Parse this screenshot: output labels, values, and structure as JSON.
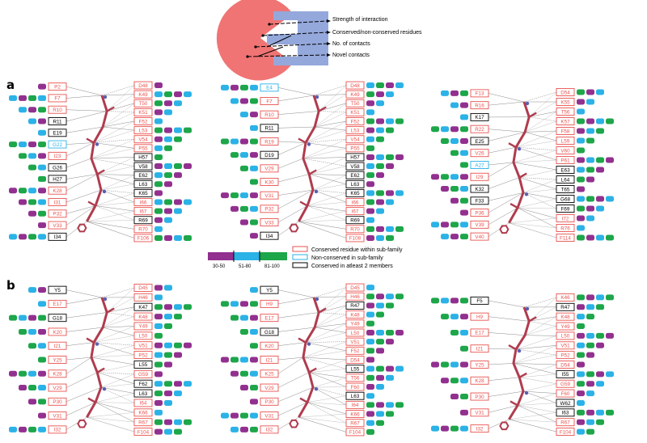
{
  "legend_top": {
    "items": [
      "Strength of interaction",
      "Conserved/non-conserved residues",
      "No. of contacts",
      "Novel contacts"
    ]
  },
  "legend_mid": {
    "scale": [
      "30-50",
      "51-80",
      "81-100"
    ],
    "items": [
      "Conserved residue within sub-family",
      "Non-conserved in sub-family",
      "Conserved in atleast 2 members"
    ]
  },
  "colors": {
    "pie": "#f07474",
    "bars": "#94a8db",
    "conserved": "#e8534f",
    "nonconserved": "#2bb2e6",
    "atleast2": "#000000",
    "purple": "#92308f",
    "cyan": "#2bb2e6",
    "green": "#1da64a",
    "ligand": "#b03c4e"
  },
  "panels": [
    {
      "label": "a",
      "left": [
        {
          "t": "P2",
          "c": "r"
        },
        {
          "t": "F7",
          "c": "r"
        },
        {
          "t": "R10",
          "c": "r"
        },
        {
          "t": "R11",
          "c": "k"
        },
        {
          "t": "E19",
          "c": "k"
        },
        {
          "t": "G22",
          "c": "b"
        },
        {
          "t": "I23",
          "c": "r"
        },
        {
          "t": "G26",
          "c": "k"
        },
        {
          "t": "H27",
          "c": "k"
        },
        {
          "t": "K28",
          "c": "r"
        },
        {
          "t": "I31",
          "c": "r"
        },
        {
          "t": "P32",
          "c": "r"
        },
        {
          "t": "V33",
          "c": "r"
        },
        {
          "t": "I34",
          "c": "k"
        }
      ],
      "right": [
        {
          "t": "D48",
          "c": "r"
        },
        {
          "t": "K49",
          "c": "r"
        },
        {
          "t": "T50",
          "c": "r"
        },
        {
          "t": "K51",
          "c": "r"
        },
        {
          "t": "F52",
          "c": "r"
        },
        {
          "t": "L53",
          "c": "r"
        },
        {
          "t": "V54",
          "c": "r"
        },
        {
          "t": "P55",
          "c": "r"
        },
        {
          "t": "H57",
          "c": "k"
        },
        {
          "t": "V58",
          "c": "k"
        },
        {
          "t": "E62",
          "c": "k"
        },
        {
          "t": "L63",
          "c": "k"
        },
        {
          "t": "K65",
          "c": "k"
        },
        {
          "t": "I66",
          "c": "r"
        },
        {
          "t": "I67",
          "c": "r"
        },
        {
          "t": "R69",
          "c": "k"
        },
        {
          "t": "R70",
          "c": "r"
        },
        {
          "t": "F106",
          "c": "r"
        }
      ]
    },
    {
      "label": "",
      "left": [
        {
          "t": "E4",
          "c": "b"
        },
        {
          "t": "F7",
          "c": "r"
        },
        {
          "t": "R10",
          "c": "r"
        },
        {
          "t": "R11",
          "c": "k"
        },
        {
          "t": "R19",
          "c": "r"
        },
        {
          "t": "D19",
          "c": "k"
        },
        {
          "t": "V29",
          "c": "r"
        },
        {
          "t": "K30",
          "c": "r"
        },
        {
          "t": "V31",
          "c": "r"
        },
        {
          "t": "P32",
          "c": "r"
        },
        {
          "t": "V33",
          "c": "r"
        },
        {
          "t": "I34",
          "c": "k"
        }
      ],
      "right": [
        {
          "t": "D48",
          "c": "r"
        },
        {
          "t": "K49",
          "c": "r"
        },
        {
          "t": "T50",
          "c": "r"
        },
        {
          "t": "K51",
          "c": "r"
        },
        {
          "t": "F52",
          "c": "r"
        },
        {
          "t": "L53",
          "c": "r"
        },
        {
          "t": "V54",
          "c": "r"
        },
        {
          "t": "P55",
          "c": "r"
        },
        {
          "t": "H57",
          "c": "k"
        },
        {
          "t": "V58",
          "c": "k"
        },
        {
          "t": "E62",
          "c": "k"
        },
        {
          "t": "L63",
          "c": "k"
        },
        {
          "t": "K65",
          "c": "k"
        },
        {
          "t": "I66",
          "c": "r"
        },
        {
          "t": "I67",
          "c": "r"
        },
        {
          "t": "R69",
          "c": "k"
        },
        {
          "t": "R70",
          "c": "r"
        },
        {
          "t": "F108",
          "c": "r"
        }
      ]
    },
    {
      "label": "",
      "left": [
        {
          "t": "F13",
          "c": "r"
        },
        {
          "t": "R16",
          "c": "r"
        },
        {
          "t": "K17",
          "c": "k"
        },
        {
          "t": "R22",
          "c": "r"
        },
        {
          "t": "E25",
          "c": "k"
        },
        {
          "t": "V26",
          "c": "r"
        },
        {
          "t": "A27",
          "c": "b"
        },
        {
          "t": "I29",
          "c": "r"
        },
        {
          "t": "K32",
          "c": "k"
        },
        {
          "t": "F33",
          "c": "k"
        },
        {
          "t": "P36",
          "c": "r"
        },
        {
          "t": "V39",
          "c": "r"
        },
        {
          "t": "V40",
          "c": "r"
        }
      ],
      "right": [
        {
          "t": "D54",
          "c": "r"
        },
        {
          "t": "K55",
          "c": "r"
        },
        {
          "t": "T56",
          "c": "r"
        },
        {
          "t": "K57",
          "c": "r"
        },
        {
          "t": "F58",
          "c": "r"
        },
        {
          "t": "L59",
          "c": "r"
        },
        {
          "t": "V60",
          "c": "r"
        },
        {
          "t": "P61",
          "c": "r"
        },
        {
          "t": "E63",
          "c": "k"
        },
        {
          "t": "L64",
          "c": "k"
        },
        {
          "t": "T65",
          "c": "k"
        },
        {
          "t": "G68",
          "c": "k"
        },
        {
          "t": "F69",
          "c": "k"
        },
        {
          "t": "I72",
          "c": "r"
        },
        {
          "t": "R76",
          "c": "r"
        },
        {
          "t": "F114",
          "c": "r"
        }
      ]
    },
    {
      "label": "b",
      "left": [
        {
          "t": "Y5",
          "c": "k"
        },
        {
          "t": "E17",
          "c": "r"
        },
        {
          "t": "G18",
          "c": "k"
        },
        {
          "t": "K20",
          "c": "r"
        },
        {
          "t": "I21",
          "c": "r"
        },
        {
          "t": "Y25",
          "c": "r"
        },
        {
          "t": "K28",
          "c": "r"
        },
        {
          "t": "V29",
          "c": "r"
        },
        {
          "t": "P30",
          "c": "r"
        },
        {
          "t": "V31",
          "c": "r"
        },
        {
          "t": "I32",
          "c": "r"
        }
      ],
      "right": [
        {
          "t": "D45",
          "c": "r"
        },
        {
          "t": "H46",
          "c": "r"
        },
        {
          "t": "K47",
          "c": "k"
        },
        {
          "t": "K48",
          "c": "r"
        },
        {
          "t": "Y49",
          "c": "r"
        },
        {
          "t": "L50",
          "c": "r"
        },
        {
          "t": "V51",
          "c": "r"
        },
        {
          "t": "P52",
          "c": "r"
        },
        {
          "t": "L55",
          "c": "k"
        },
        {
          "t": "G59",
          "c": "r"
        },
        {
          "t": "F62",
          "c": "k"
        },
        {
          "t": "L63",
          "c": "k"
        },
        {
          "t": "I64",
          "c": "r"
        },
        {
          "t": "K66",
          "c": "r"
        },
        {
          "t": "R67",
          "c": "r"
        },
        {
          "t": "F104",
          "c": "r"
        }
      ]
    },
    {
      "label": "",
      "left": [
        {
          "t": "Y5",
          "c": "k"
        },
        {
          "t": "H9",
          "c": "r"
        },
        {
          "t": "E17",
          "c": "r"
        },
        {
          "t": "G18",
          "c": "k"
        },
        {
          "t": "K20",
          "c": "r"
        },
        {
          "t": "I21",
          "c": "r"
        },
        {
          "t": "K25",
          "c": "r"
        },
        {
          "t": "V29",
          "c": "r"
        },
        {
          "t": "P30",
          "c": "r"
        },
        {
          "t": "V31",
          "c": "r"
        },
        {
          "t": "I32",
          "c": "r"
        }
      ],
      "right": [
        {
          "t": "D45",
          "c": "r"
        },
        {
          "t": "H46",
          "c": "r"
        },
        {
          "t": "R47",
          "c": "k"
        },
        {
          "t": "K48",
          "c": "r"
        },
        {
          "t": "Y49",
          "c": "r"
        },
        {
          "t": "L50",
          "c": "r"
        },
        {
          "t": "V51",
          "c": "r"
        },
        {
          "t": "F52",
          "c": "r"
        },
        {
          "t": "D54",
          "c": "r"
        },
        {
          "t": "L55",
          "c": "k"
        },
        {
          "t": "T56",
          "c": "r"
        },
        {
          "t": "F60",
          "c": "r"
        },
        {
          "t": "L63",
          "c": "k"
        },
        {
          "t": "I64",
          "c": "r"
        },
        {
          "t": "K66",
          "c": "r"
        },
        {
          "t": "R67",
          "c": "r"
        },
        {
          "t": "F104",
          "c": "r"
        }
      ]
    },
    {
      "label": "",
      "left": [
        {
          "t": "F5",
          "c": "k"
        },
        {
          "t": "H9",
          "c": "r"
        },
        {
          "t": "E17",
          "c": "r"
        },
        {
          "t": "I21",
          "c": "r"
        },
        {
          "t": "Y25",
          "c": "r"
        },
        {
          "t": "K28",
          "c": "r"
        },
        {
          "t": "P30",
          "c": "r"
        },
        {
          "t": "V31",
          "c": "r"
        },
        {
          "t": "I32",
          "c": "r"
        }
      ],
      "right": [
        {
          "t": "K46",
          "c": "r"
        },
        {
          "t": "R47",
          "c": "k"
        },
        {
          "t": "K48",
          "c": "r"
        },
        {
          "t": "Y49",
          "c": "r"
        },
        {
          "t": "L50",
          "c": "r"
        },
        {
          "t": "V51",
          "c": "r"
        },
        {
          "t": "P52",
          "c": "r"
        },
        {
          "t": "D54",
          "c": "r"
        },
        {
          "t": "I55",
          "c": "k"
        },
        {
          "t": "G59",
          "c": "r"
        },
        {
          "t": "F60",
          "c": "r"
        },
        {
          "t": "W62",
          "c": "k"
        },
        {
          "t": "I63",
          "c": "k"
        },
        {
          "t": "R67",
          "c": "r"
        },
        {
          "t": "F104",
          "c": "r"
        }
      ]
    }
  ]
}
